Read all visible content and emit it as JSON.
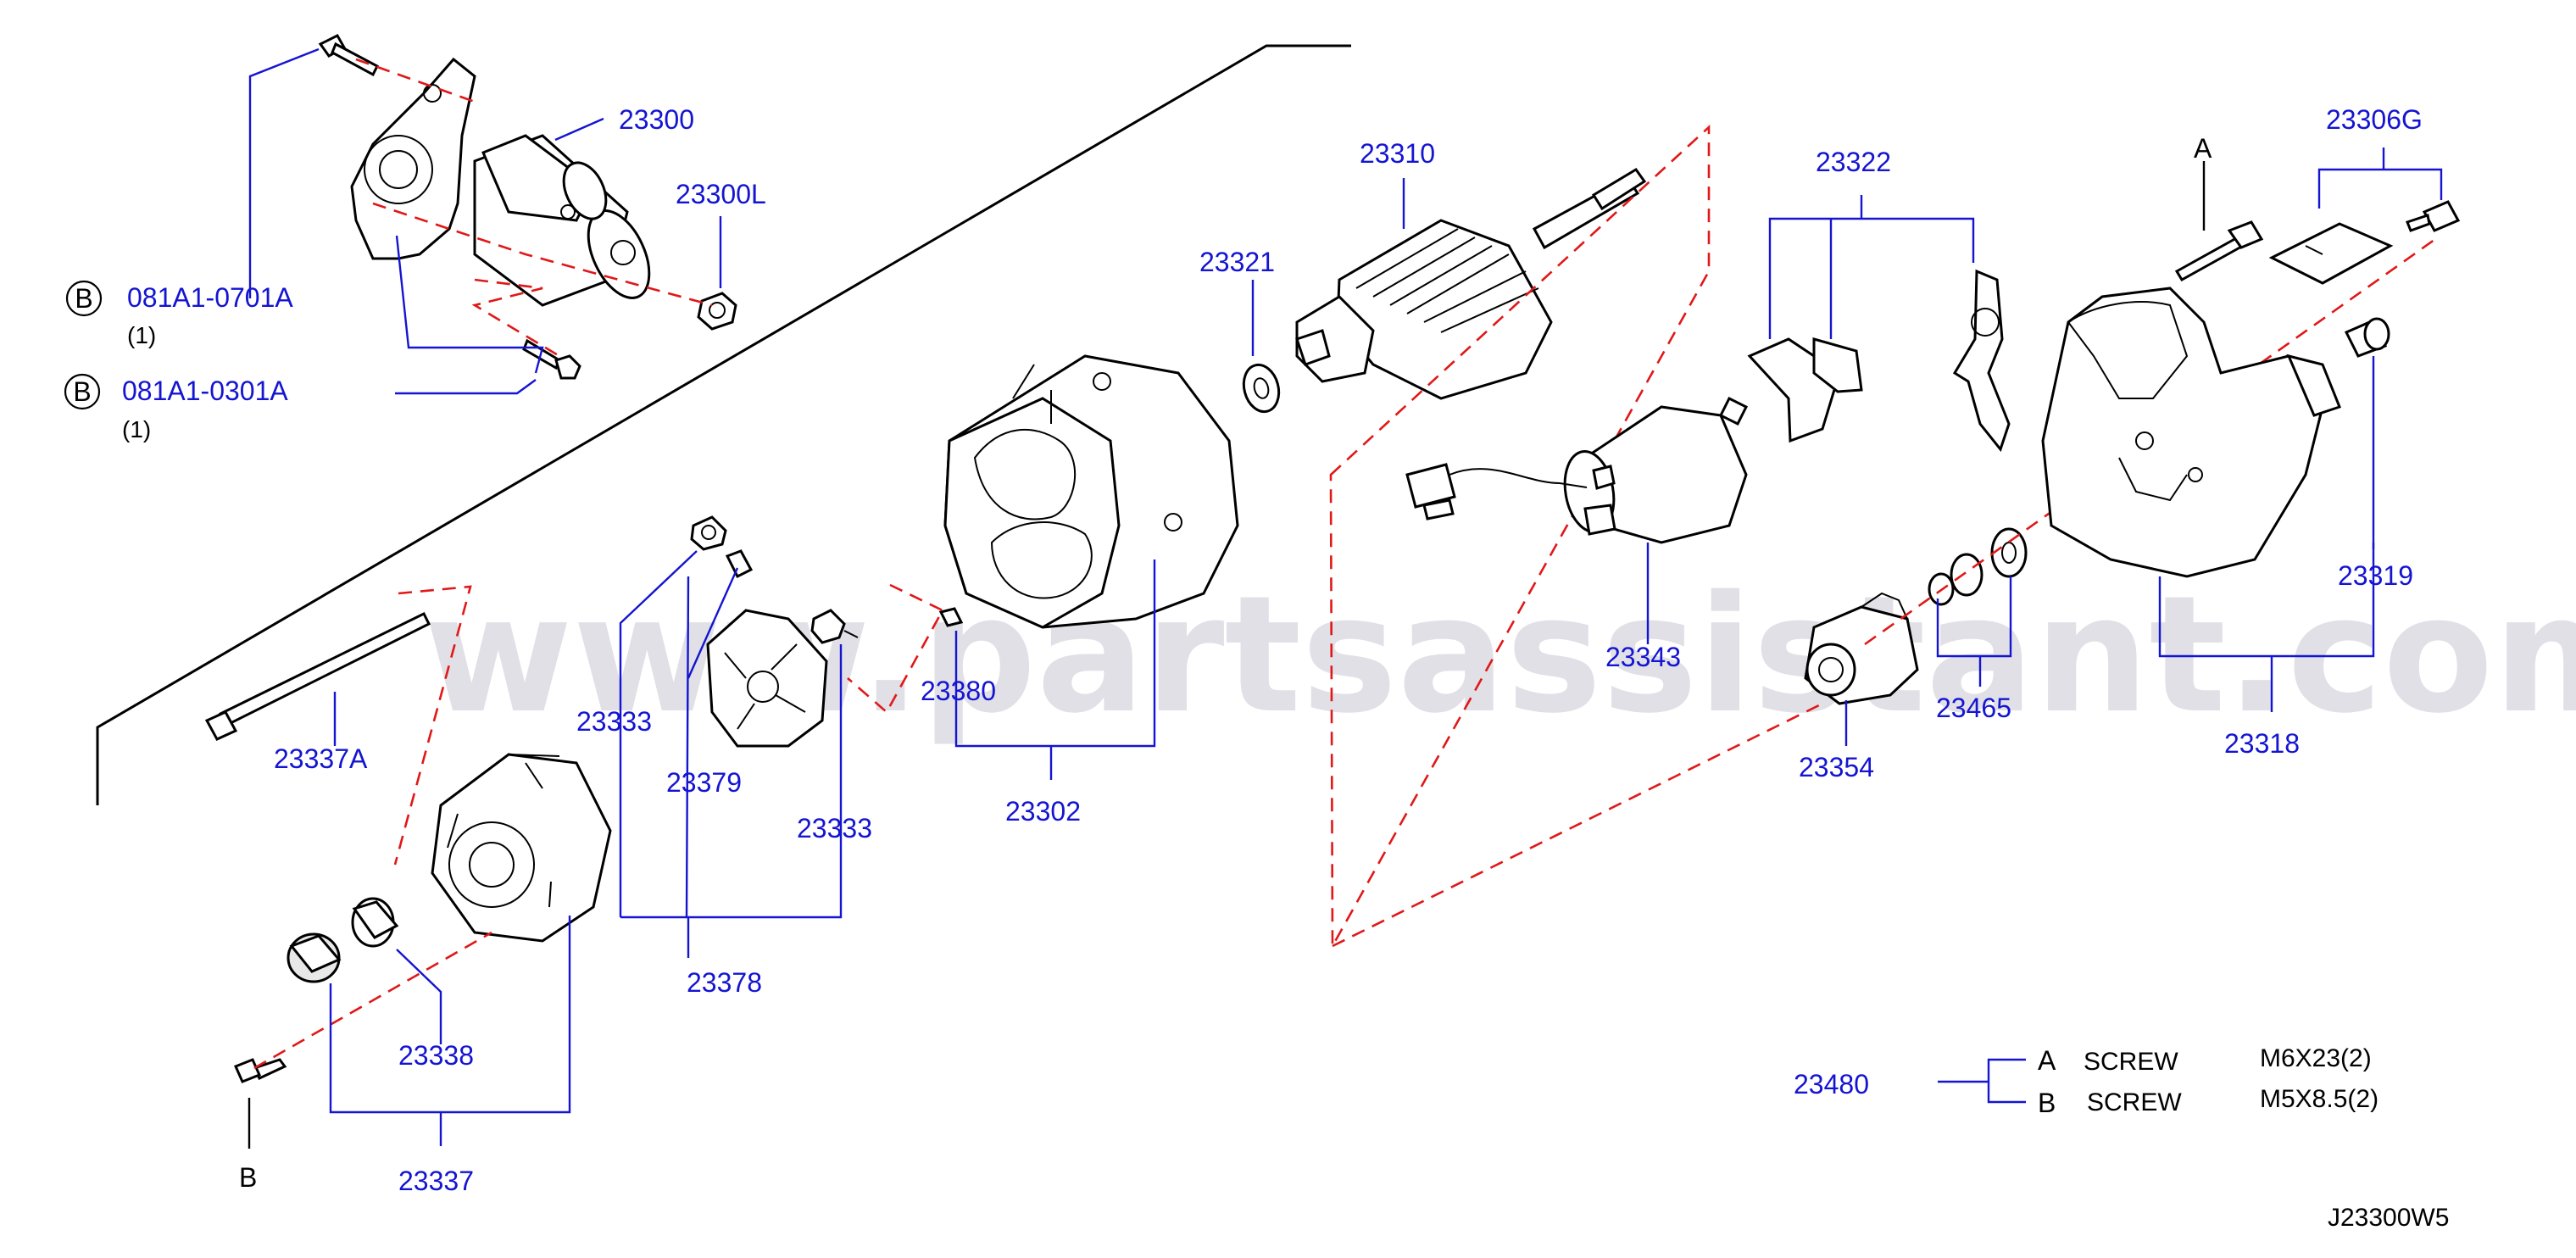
{
  "diagram_code": "J23300W5",
  "watermark": "www.partsassistant.com",
  "part_labels": [
    {
      "id": "23300",
      "text": "23300"
    },
    {
      "id": "23300L",
      "text": "23300L"
    },
    {
      "id": "23310",
      "text": "23310"
    },
    {
      "id": "23321",
      "text": "23321"
    },
    {
      "id": "23322",
      "text": "23322"
    },
    {
      "id": "23306G",
      "text": "23306G"
    },
    {
      "id": "23333-left",
      "text": "23333"
    },
    {
      "id": "23333-right",
      "text": "23333"
    },
    {
      "id": "23379",
      "text": "23379"
    },
    {
      "id": "23380",
      "text": "23380"
    },
    {
      "id": "23302",
      "text": "23302"
    },
    {
      "id": "23343",
      "text": "23343"
    },
    {
      "id": "23465",
      "text": "23465"
    },
    {
      "id": "23319",
      "text": "23319"
    },
    {
      "id": "23318",
      "text": "23318"
    },
    {
      "id": "23354",
      "text": "23354"
    },
    {
      "id": "23337A",
      "text": "23337A"
    },
    {
      "id": "23378",
      "text": "23378"
    },
    {
      "id": "23338",
      "text": "23338"
    },
    {
      "id": "23337",
      "text": "23337"
    },
    {
      "id": "23480",
      "text": "23480"
    }
  ],
  "bolt_refs": [
    {
      "badge": "B",
      "part_no": "081A1-0701A",
      "qty": "(1)"
    },
    {
      "badge": "B",
      "part_no": "081A1-0301A",
      "qty": "(1)"
    }
  ],
  "markers": {
    "a": "A",
    "b": "B"
  },
  "screw_table": [
    {
      "key": "A",
      "type": "SCREW",
      "size": "M6X23(2)"
    },
    {
      "key": "B",
      "type": "SCREW",
      "size": "M5X8.5(2)"
    }
  ]
}
